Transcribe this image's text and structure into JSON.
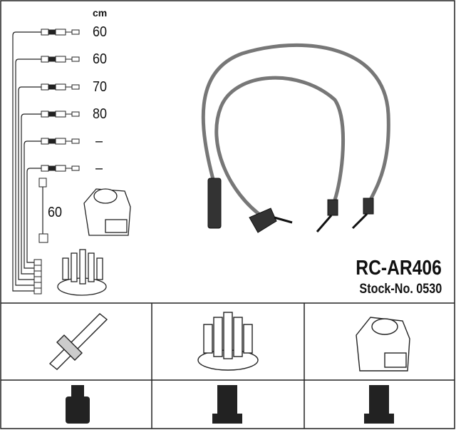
{
  "unit_label": "cm",
  "cable_lengths": [
    "60",
    "60",
    "70",
    "80",
    "–",
    "–"
  ],
  "coil_lead_length": "60",
  "product": {
    "code": "RC-AR406",
    "stock_number": "Stock-No. 0530"
  },
  "colors": {
    "line": "#222222",
    "cable": "#777777"
  }
}
